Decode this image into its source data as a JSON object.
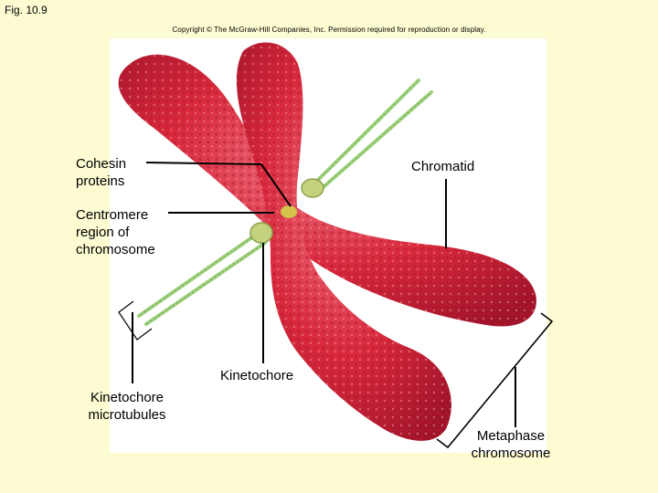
{
  "figure": {
    "number": "Fig. 10.9",
    "copyright": "Copyright © The McGraw-Hill Companies, Inc. Permission required for reproduction or display."
  },
  "labels": {
    "cohesin": "Cohesin\nproteins",
    "chromatid": "Chromatid",
    "centromere": "Centromere\nregion of\nchromosome",
    "kinetochore": "Kinetochore",
    "kinetochore_microtubules": "Kinetochore\nmicrotubules",
    "metaphase_chromosome": "Metaphase\nchromosome"
  },
  "colors": {
    "background": "#fdfbd2",
    "chromatid": "#d8283c",
    "chromatid_highlight": "#f07a86",
    "microtubule": "#9ccf7a",
    "kinetochore": "#c4d27e"
  }
}
